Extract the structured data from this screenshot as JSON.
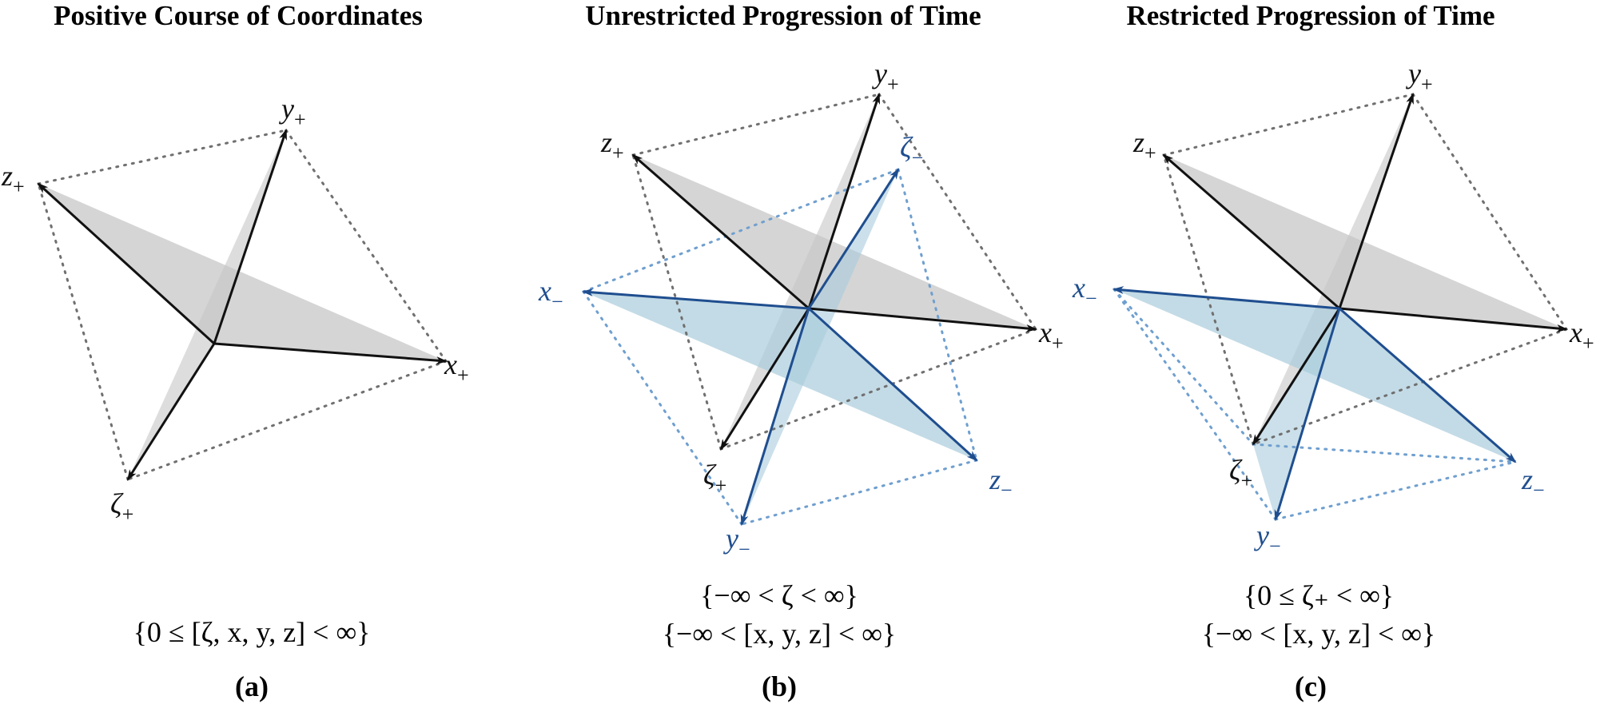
{
  "colors": {
    "positive": "#111111",
    "negative": "#1f4e8f",
    "positive_plane": "#c7c7c7",
    "negative_plane": "#a9ccdc",
    "guide_positive": "#707070",
    "guide_negative": "#6f9fcf"
  },
  "panels": [
    {
      "title": "Positive Course of Coordinates",
      "formulas": [
        "{0 ≤ [ζ, x, y, z] < ∞}"
      ],
      "sublabel": "(a)",
      "axes": [
        {
          "id": "y-plus",
          "base": "y",
          "sign": "+",
          "polarity": "positive"
        },
        {
          "id": "z-plus",
          "base": "z",
          "sign": "+",
          "polarity": "positive"
        },
        {
          "id": "x-plus",
          "base": "x",
          "sign": "+",
          "polarity": "positive"
        },
        {
          "id": "zeta-plus",
          "base": "ζ",
          "sign": "+",
          "polarity": "positive"
        }
      ]
    },
    {
      "title": "Unrestricted Progression of Time",
      "formulas": [
        "{−∞ < ζ < ∞}",
        "{−∞ < [x, y, z] < ∞}"
      ],
      "sublabel": "(b)",
      "axes": [
        {
          "id": "y-plus",
          "base": "y",
          "sign": "+",
          "polarity": "positive"
        },
        {
          "id": "z-plus",
          "base": "z",
          "sign": "+",
          "polarity": "positive"
        },
        {
          "id": "x-plus",
          "base": "x",
          "sign": "+",
          "polarity": "positive"
        },
        {
          "id": "zeta-plus",
          "base": "ζ",
          "sign": "+",
          "polarity": "positive"
        },
        {
          "id": "zeta-minus",
          "base": "ζ",
          "sign": "−",
          "polarity": "negative"
        },
        {
          "id": "x-minus",
          "base": "x",
          "sign": "−",
          "polarity": "negative"
        },
        {
          "id": "z-minus",
          "base": "z",
          "sign": "−",
          "polarity": "negative"
        },
        {
          "id": "y-minus",
          "base": "y",
          "sign": "−",
          "polarity": "negative"
        }
      ]
    },
    {
      "title": "Restricted Progression of Time",
      "formulas": [
        "{0 ≤ ζ₊ < ∞}",
        "{−∞ < [x, y, z] < ∞}"
      ],
      "sublabel": "(c)",
      "axes": [
        {
          "id": "y-plus",
          "base": "y",
          "sign": "+",
          "polarity": "positive"
        },
        {
          "id": "z-plus",
          "base": "z",
          "sign": "+",
          "polarity": "positive"
        },
        {
          "id": "x-plus",
          "base": "x",
          "sign": "+",
          "polarity": "positive"
        },
        {
          "id": "zeta-plus",
          "base": "ζ",
          "sign": "+",
          "polarity": "positive"
        },
        {
          "id": "x-minus",
          "base": "x",
          "sign": "−",
          "polarity": "negative"
        },
        {
          "id": "z-minus",
          "base": "z",
          "sign": "−",
          "polarity": "negative"
        },
        {
          "id": "y-minus",
          "base": "y",
          "sign": "−",
          "polarity": "negative"
        }
      ]
    }
  ]
}
